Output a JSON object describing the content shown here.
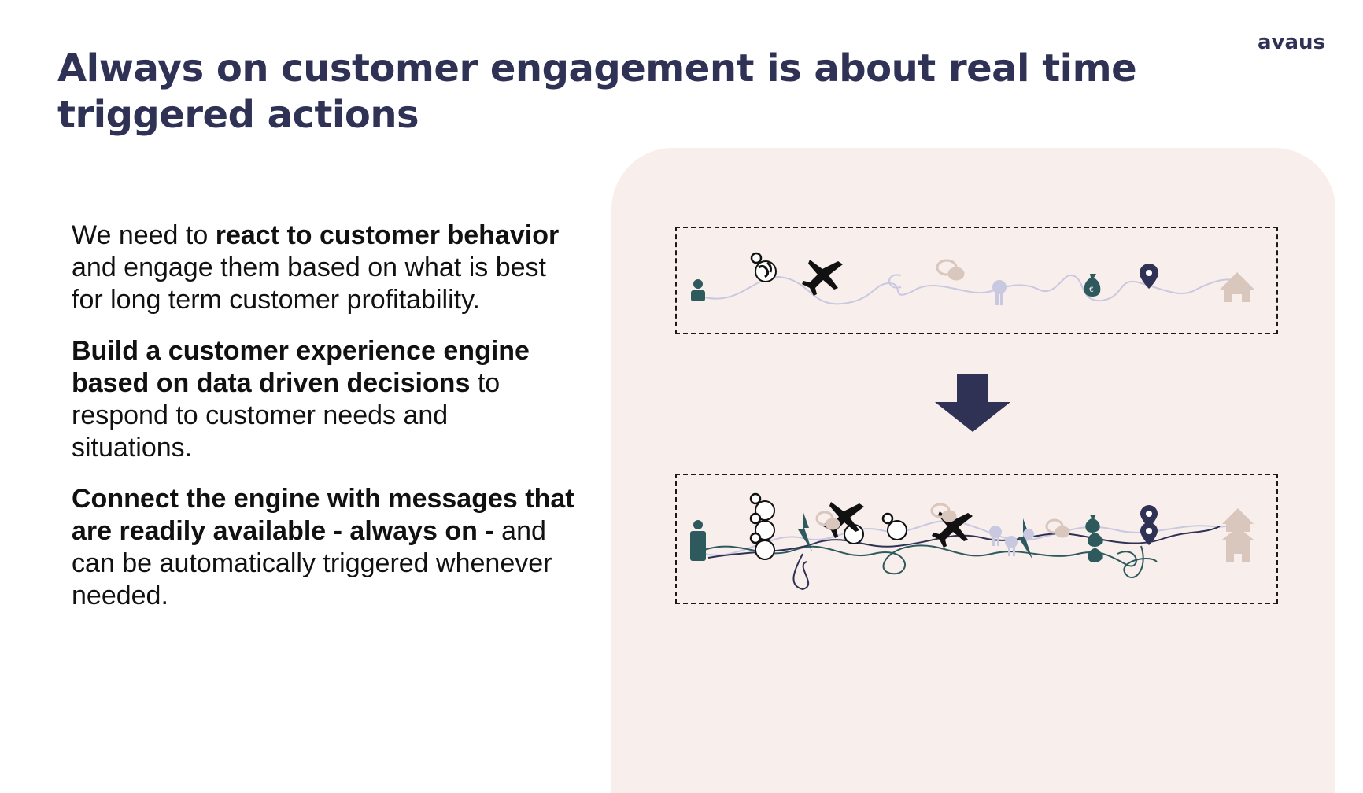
{
  "logo": {
    "text": "avaus"
  },
  "title": "Always on customer engagement is about real time triggered actions",
  "paragraphs": [
    {
      "bold_lead": "",
      "plain_lead": "We need to ",
      "bold": "react to customer behavior",
      "rest": " and engage them based on what is best for long term customer profitability."
    },
    {
      "bold": "Build a customer experience engine based on data driven decisions",
      "rest": " to respond to customer needs and situations."
    },
    {
      "bold": "Connect the engine with messages that are readily available - always on -",
      "rest": " and can be automatically triggered whenever needed."
    }
  ],
  "colors": {
    "title": "#2f3155",
    "panel": "#f8eeeb",
    "teal": "#2e5a5e",
    "beige": "#d9c6bd",
    "lavender": "#c8c9e0",
    "navy": "#2f3155"
  },
  "journey_icons": [
    "person-icon",
    "globe-pin-icon",
    "airplane-icon",
    "chat-icon",
    "award-icon",
    "money-bag-icon",
    "location-pin-icon",
    "house-icon"
  ],
  "transition_icon": "down-arrow-icon"
}
